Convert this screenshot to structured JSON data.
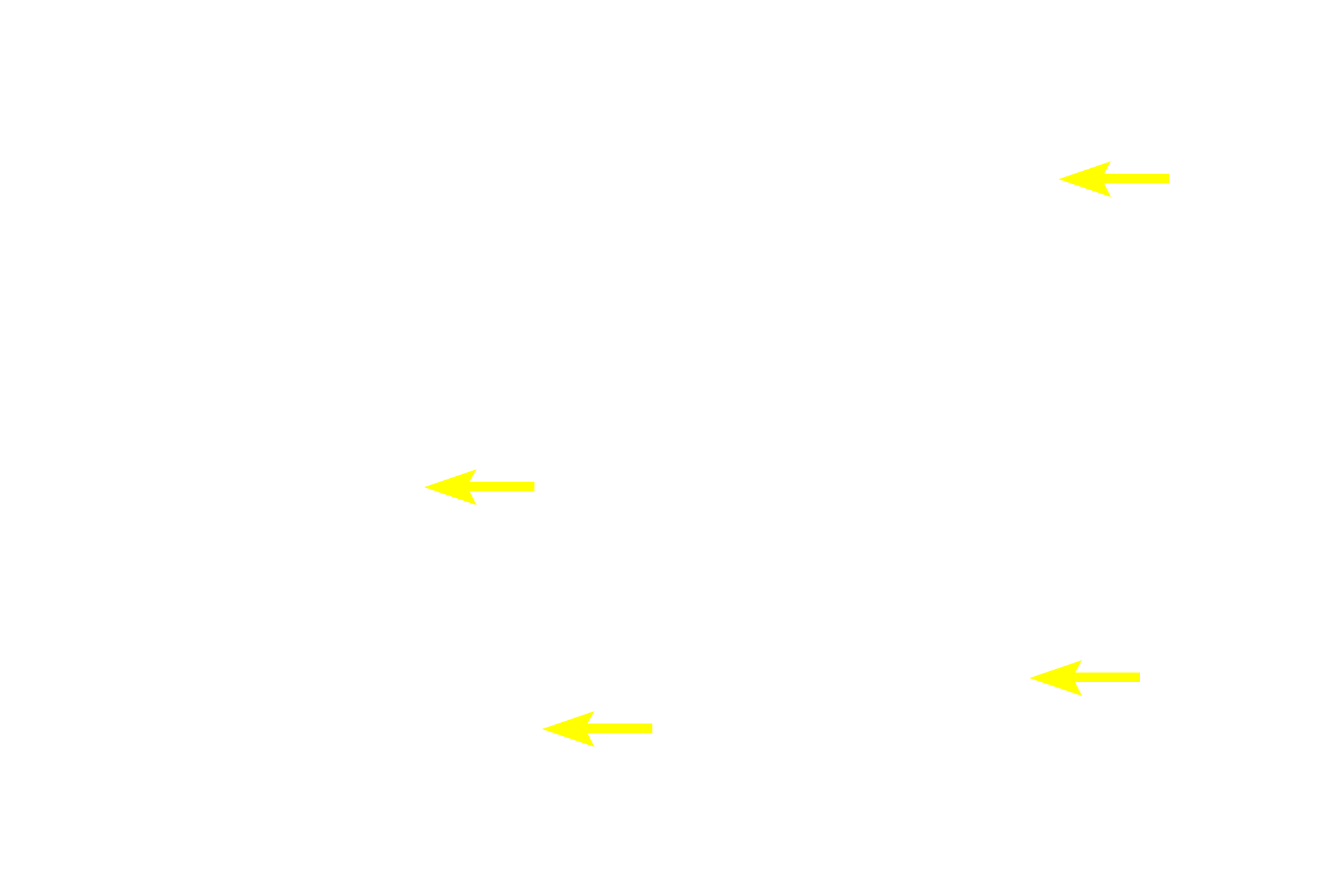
{
  "canvas": {
    "background_color": "#ffffff"
  },
  "arrows": [
    {
      "icon": "left-arrow-icon",
      "direction": "left",
      "color": "#ffff00"
    },
    {
      "icon": "left-arrow-icon",
      "direction": "left",
      "color": "#ffff00"
    },
    {
      "icon": "left-arrow-icon",
      "direction": "left",
      "color": "#ffff00"
    },
    {
      "icon": "left-arrow-icon",
      "direction": "left",
      "color": "#ffff00"
    }
  ]
}
